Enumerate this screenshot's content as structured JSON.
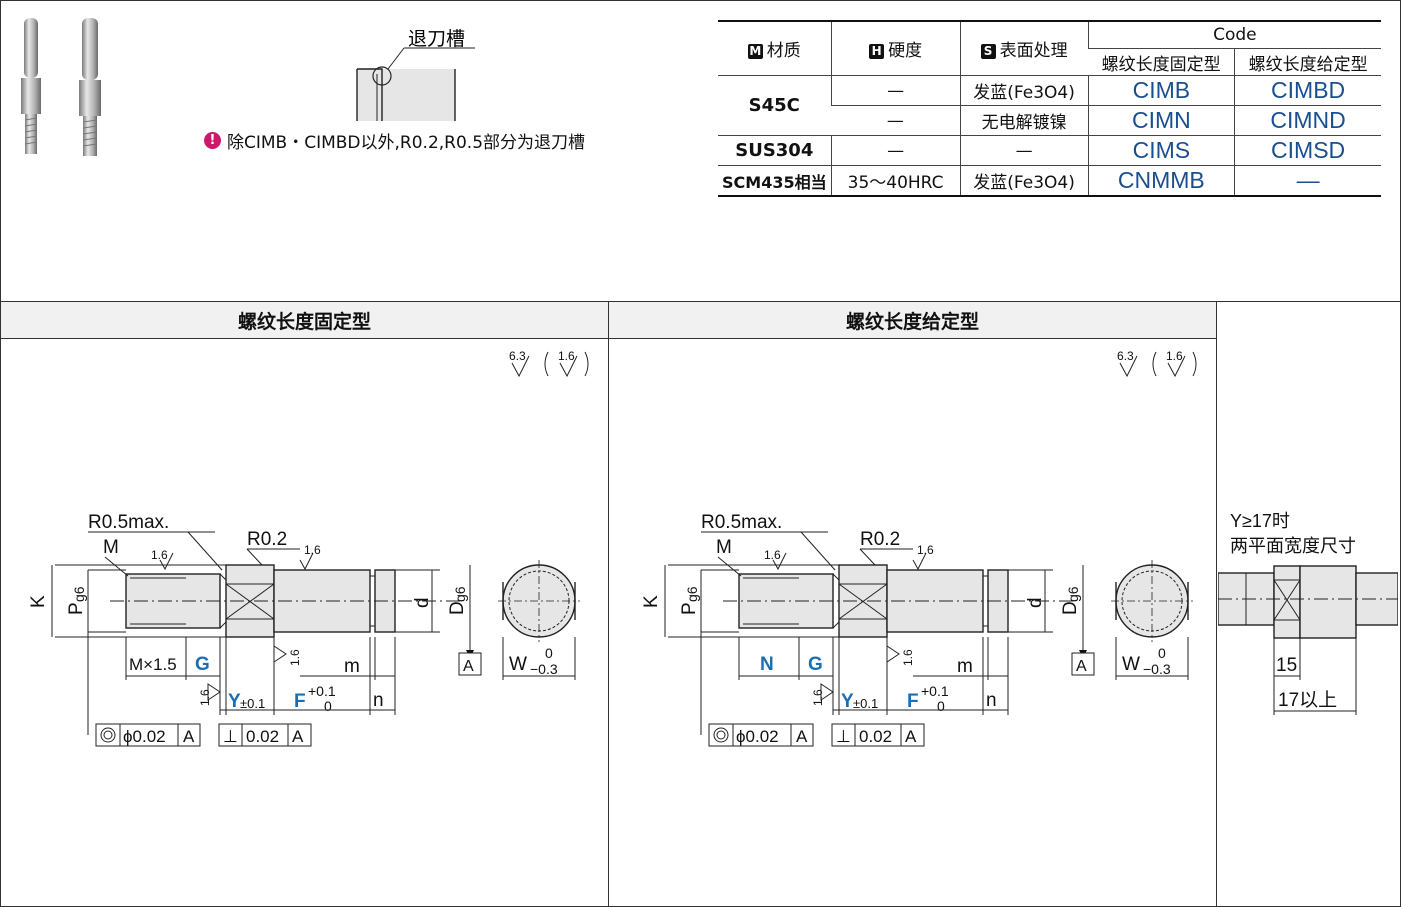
{
  "top": {
    "groove_label": "退刀槽",
    "note_icon": "exclamation-icon",
    "note_text": "除CIMB・CIMBD以外,R0.2,R0.5部分为退刀槽"
  },
  "spec_table": {
    "headers": {
      "material_badge": "M",
      "material": "材质",
      "hardness_badge": "H",
      "hardness": "硬度",
      "surface_badge": "S",
      "surface": "表面处理",
      "code": "Code",
      "code_fixed": "螺纹长度固定型",
      "code_given": "螺纹长度给定型"
    },
    "rows": [
      {
        "material": "S45C",
        "hardness": "—",
        "surface": "发蓝(Fe3O4)",
        "fixed": "CIMB",
        "given": "CIMBD"
      },
      {
        "material": "",
        "hardness": "—",
        "surface": "无电解镀镍",
        "fixed": "CIMN",
        "given": "CIMND"
      },
      {
        "material": "SUS304",
        "hardness": "—",
        "surface": "—",
        "fixed": "CIMS",
        "given": "CIMSD"
      },
      {
        "material": "SCM435相当",
        "hardness": "35～40HRC",
        "surface": "发蓝(Fe3O4)",
        "fixed": "CNMMB",
        "given": "—"
      }
    ]
  },
  "sections": {
    "fixed_title": "螺纹长度固定型",
    "given_title": "螺纹长度给定型",
    "side_note_line1": "Y≥17时",
    "side_note_line2": "两平面宽度尺寸",
    "side_dim_15": "15",
    "side_dim_17": "17以上"
  },
  "drawing_labels": {
    "r05": "R0.5max.",
    "r02": "R0.2",
    "M": "M",
    "K": "K",
    "P": "P",
    "g6": "g6",
    "d": "d",
    "D": "D",
    "A": "A",
    "W": "W",
    "w_tol_upper": "0",
    "w_tol_lower": "−0.3",
    "mx": "M×1.5",
    "N": "N",
    "G": "G",
    "m": "m",
    "n": "n",
    "Y": "Y",
    "y_tol": "±0.1",
    "F": "F",
    "f_tol_upper": "+0.1",
    "f_tol_lower": "0",
    "rough_16": "1.6",
    "rough_63": "6.3",
    "coax_tol": "ϕ0.02",
    "perp_tol": "0.02",
    "perp_sym": "⊥"
  }
}
